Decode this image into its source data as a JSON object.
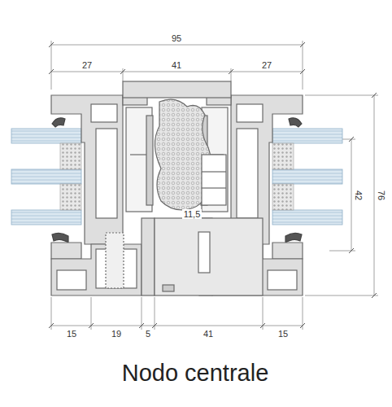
{
  "diagram": {
    "caption": "Nodo centrale",
    "labels": [
      "95",
      "27",
      "41",
      "27",
      "42",
      "76",
      "11,5",
      "15",
      "19",
      "5",
      "41",
      "15"
    ]
  }
}
